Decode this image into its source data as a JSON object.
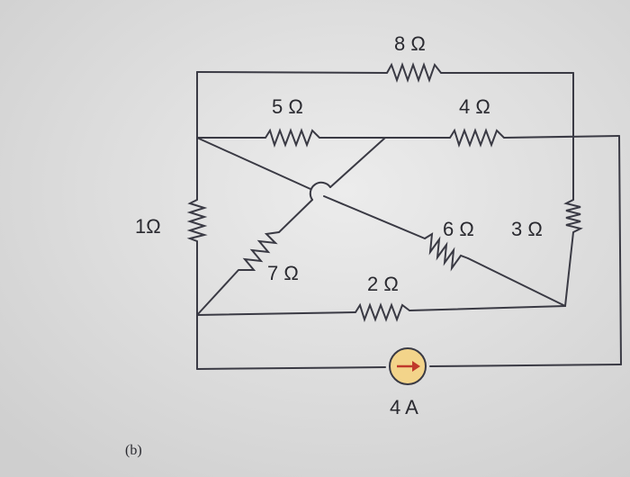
{
  "circuit": {
    "resistors": {
      "r8": "8 Ω",
      "r5": "5 Ω",
      "r4": "4 Ω",
      "r1": "1Ω",
      "r6": "6 Ω",
      "r3": "3 Ω",
      "r7": "7 Ω",
      "r2": "2 Ω"
    },
    "source": "4 A",
    "figure_label": "(b)"
  },
  "colors": {
    "wire": "#3a3a44",
    "source_fill": "#f3d48a",
    "source_arrow": "#c0392b"
  }
}
